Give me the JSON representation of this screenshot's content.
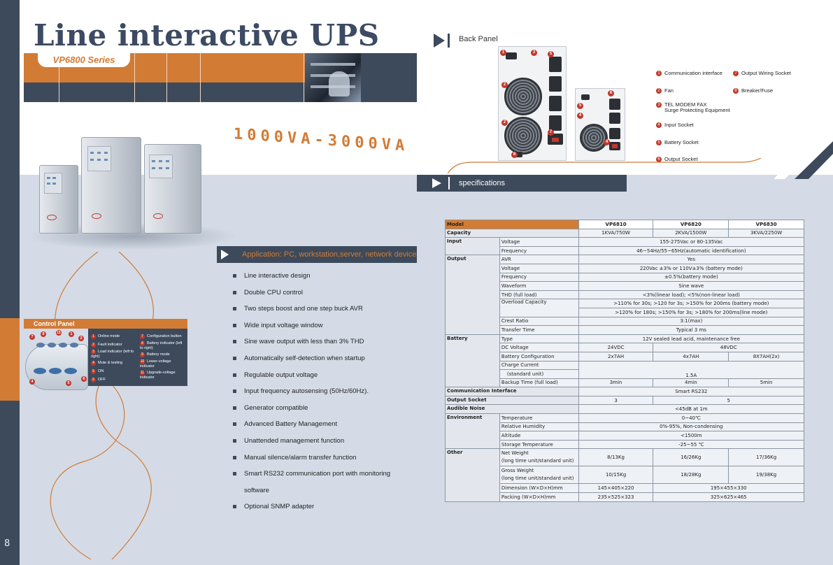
{
  "page": {
    "title": "Line interactive UPS",
    "series": "VP6800 Series",
    "range_text": "1000VA-3000VA",
    "page_number": "8"
  },
  "application": "Application: PC, workstation,server, network device",
  "features": [
    "Line interactive design",
    "Double CPU control",
    "Two steps boost and one step buck AVR",
    "Wide input voltage window",
    "Sine wave output with less than 3% THD",
    "Automatically self-detection when startup",
    "Regulable output voltage",
    "Input frequency autosensing (50Hz/60Hz).",
    "Generator compatible",
    "Advanced Battery Management",
    "Unattended management function",
    "Manual silence/alarm transfer function",
    "Smart RS232 communication port with monitoring",
    "software",
    "Optional SNMP adapter"
  ],
  "control_panel": {
    "title": "Control Panel",
    "items_left": [
      {
        "n": "1",
        "label": "Online mode"
      },
      {
        "n": "2",
        "label": "Fault indicator"
      },
      {
        "n": "3",
        "label": "Load indicator (left to right)"
      },
      {
        "n": "4",
        "label": "Mute & testing"
      },
      {
        "n": "5",
        "label": "ON"
      },
      {
        "n": "6",
        "label": "OFF"
      }
    ],
    "items_right": [
      {
        "n": "7",
        "label": "Configuration button"
      },
      {
        "n": "8",
        "label": "Battery indicator (left to right)"
      },
      {
        "n": "9",
        "label": "Battery mode"
      },
      {
        "n": "10",
        "label": "Lower-voltage indicator"
      },
      {
        "n": "11",
        "label": "Upgrade-voltage indicator"
      }
    ]
  },
  "back_panel": {
    "title": "Back Panel",
    "legend_left": [
      {
        "n": "1",
        "label": "Communication interface",
        "sub": ""
      },
      {
        "n": "2",
        "label": "Fan",
        "sub": ""
      },
      {
        "n": "3",
        "label": "TEL MODEM FAX",
        "sub": "Surge Protecting Equipment"
      },
      {
        "n": "4",
        "label": "Input Socket",
        "sub": ""
      },
      {
        "n": "5",
        "label": "Battery Socket",
        "sub": ""
      },
      {
        "n": "6",
        "label": "Output Socket",
        "sub": ""
      }
    ],
    "legend_right": [
      {
        "n": "7",
        "label": "Output Wiring Socket"
      },
      {
        "n": "8",
        "label": "Breaker/Fuse"
      }
    ]
  },
  "specifications": {
    "title": "specifications",
    "head": [
      "Model",
      "VP6810",
      "VP6820",
      "VP6830"
    ],
    "capacity": {
      "label": "Capacity",
      "values": [
        "1KVA/750W",
        "2KVA/1500W",
        "3KVA/2250W"
      ]
    },
    "input": {
      "label": "Input",
      "voltage_label": "Voltage",
      "voltage": "155-275Vac or 80-135Vac",
      "frequency_label": "Frequency",
      "frequency": "46~54Hz/55~65Hz(automatic identification)"
    },
    "output": {
      "label": "Output",
      "avr_label": "AVR",
      "avr": "Yes",
      "voltage_label": "Voltage",
      "voltage": "220Vac ±3% or 110V±3% (battery mode)",
      "frequency_label": "Frequency",
      "frequency": "±0.5%(battery mode)",
      "waveform_label": "Waveform",
      "waveform": "Sine wave",
      "thd_label": "THD (full load)",
      "thd": "<3%(linear load); <5%(non-linear load)",
      "overload_label": "Overload Capacity",
      "overload1": ">110% for 30s; >120 for 3s; >150% for 200ms (battery mode)",
      "overload2": ">120% for 180s; >150% for 3s; >180% for 200ms(line mode)",
      "crest_label": "Crest Ratio",
      "crest": "3:1(max)",
      "transfer_label": "Transfer Time",
      "transfer": "Typical 3 ms"
    },
    "battery": {
      "label": "Battery",
      "type_label": "Type",
      "type": "12V sealed lead acid, maintenance free",
      "dc_label": "DC Voltage",
      "dc_1": "24VDC",
      "dc_23": "48VDC",
      "config_label": "Battery Configuration",
      "config": [
        "2x7AH",
        "4x7AH",
        "8X7AH(2x)"
      ],
      "charge_label": "Charge Current",
      "charge_label2": "(standard unit)",
      "charge": "1.5A",
      "backup_label": "Backup Time (full load)",
      "backup": [
        "3min",
        "4min",
        "5min"
      ]
    },
    "comm": {
      "label": "Communication Interface",
      "value": "Smart RS232"
    },
    "output_socket": {
      "label": "Output Socket",
      "v1": "3",
      "v23": "5"
    },
    "noise": {
      "label": "Audible Noise",
      "value": "<45dB at 1m"
    },
    "environment": {
      "label": "Environment",
      "temp_label": "Temperature",
      "temp": "0~40℃",
      "hum_label": "Relative Humidity",
      "hum": "0%-95%, Non-condensing",
      "alt_label": "Altitude",
      "alt": "<1500m",
      "storage_label": "Storage Temperature",
      "storage": "-25~55 ℃"
    },
    "other": {
      "label": "Other",
      "net_label": "Net Weight",
      "net_label2": "(long time unit/standard unit)",
      "net": [
        "8/13Kg",
        "16/26Kg",
        "17/36Kg"
      ],
      "gross_label": "Gross Weight",
      "gross_label2": "(long time unit/standard unit)",
      "gross": [
        "10/15Kg",
        "18/28Kg",
        "19/38Kg"
      ],
      "dim_label": "Dimension (W×D×H)mm",
      "dim_1": "145×405×220",
      "dim_23": "195×455×330",
      "pack_label": "Packing (W×D×H)mm",
      "pack_1": "235×525×323",
      "pack_23": "325×625×465"
    }
  },
  "colors": {
    "accent": "#d27b35",
    "navy": "#3c4a5c",
    "panel": "#d4dbe6",
    "marker": "#c0392b"
  }
}
